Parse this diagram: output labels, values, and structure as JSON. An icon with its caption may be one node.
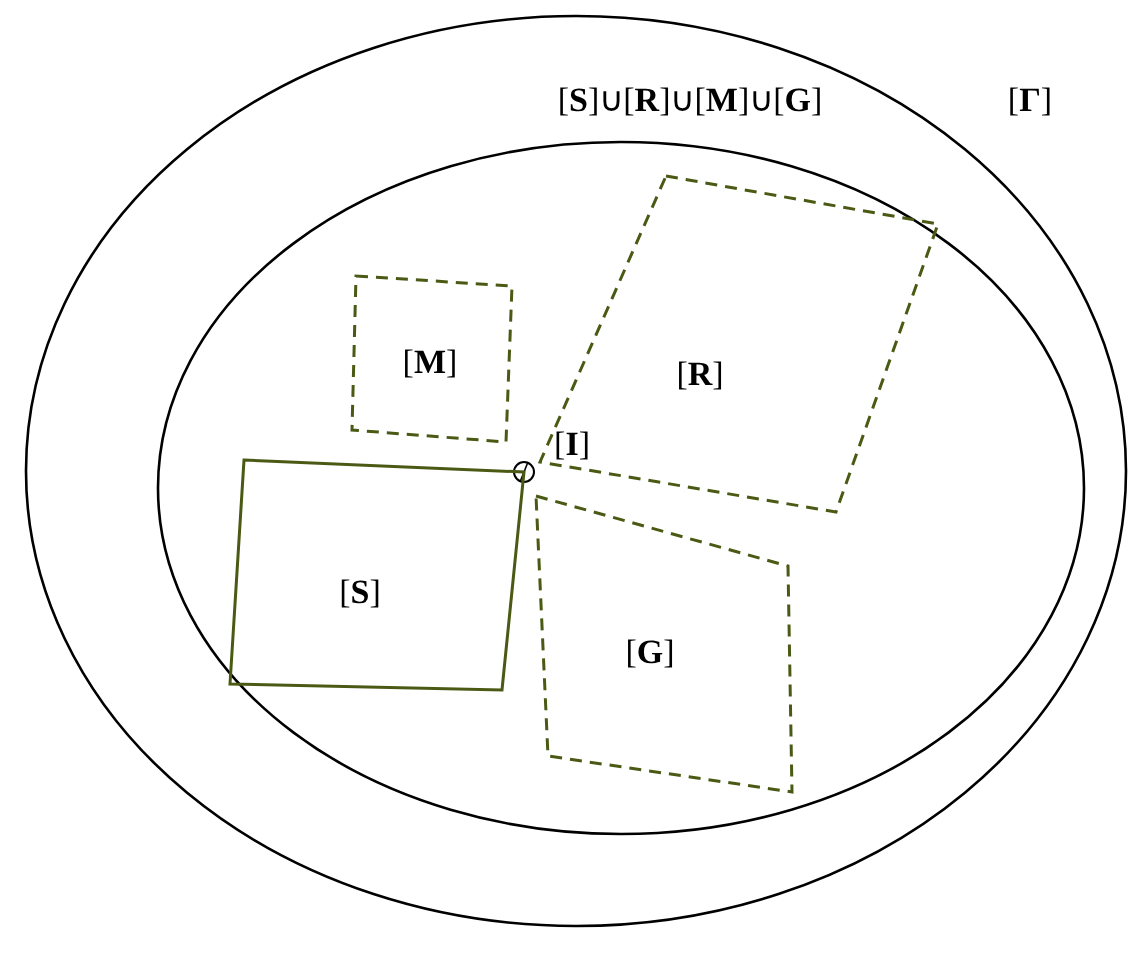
{
  "diagram": {
    "nodes": [
      {
        "text": [
          "[**Γ**]"
        ]
      },
      {
        "text": [
          "[**S**]∪[**R**]∪[**M**]∪[**G**]"
        ],
        "in": 0
      },
      {
        "text": [
          "[**M**]"
        ],
        "in": 1
      },
      {
        "text": [
          "[**R**]"
        ],
        "in": 1
      },
      {
        "text": [],
        "shape": "circle",
        "in": 1
      },
      {
        "text": [
          "[**S**]"
        ],
        "in": 1
      },
      {
        "text": [
          "[**G**]"
        ],
        "in": 1
      }
    ],
    "labels": [
      "[**I**]"
    ]
  }
}
